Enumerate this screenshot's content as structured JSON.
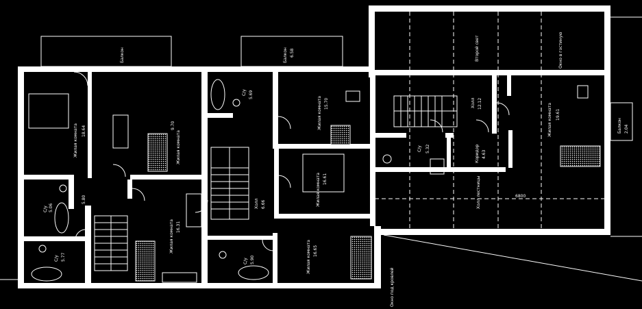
{
  "rooms": {
    "living_1": {
      "label": "Жилая комната",
      "area": "18.64"
    },
    "living_2": {
      "label": "Жилая комната",
      "area": "9.70"
    },
    "living_3": {
      "label": "Жилая комната",
      "area": "16.31"
    },
    "bath_1": {
      "label": "С/у",
      "area": "5.06"
    },
    "bath_2": {
      "label": "С/у",
      "area": "5.77"
    },
    "hall_1": {
      "area": "5.80"
    },
    "bath_3": {
      "label": "С/у",
      "area": "5.69"
    },
    "living_4": {
      "label": "Жилая комната",
      "area": "15.70"
    },
    "living_5": {
      "label": "Жилая комната",
      "area": "16.61"
    },
    "hall_2": {
      "label": "Холл",
      "area": "6.66"
    },
    "bath_4": {
      "label": "С/у",
      "area": "5.90"
    },
    "living_6": {
      "label": "Жилая комната",
      "area": "16.65"
    },
    "hall_3": {
      "label": "Холл",
      "area": "12.12"
    },
    "bath_5": {
      "label": "С/у",
      "area": "5.32"
    },
    "corridor": {
      "label": "Коридор",
      "area": "4.63"
    },
    "living_7": {
      "label": "Жилая комната",
      "area": "19.61"
    },
    "second_light": {
      "label": "Второй свет"
    },
    "staircase_hall": {
      "label": "Холл лестницы"
    }
  },
  "balconies": {
    "balcony_1": {
      "label": "Балкон"
    },
    "balcony_2": {
      "label": "Балкон",
      "area": "6.58"
    },
    "balcony_3": {
      "label": "Балкон",
      "area": "2.04"
    }
  },
  "notes": {
    "window_living": "Окно в гостиную",
    "window_under_roof": "Окно под кровлей",
    "dimension": "6800"
  }
}
